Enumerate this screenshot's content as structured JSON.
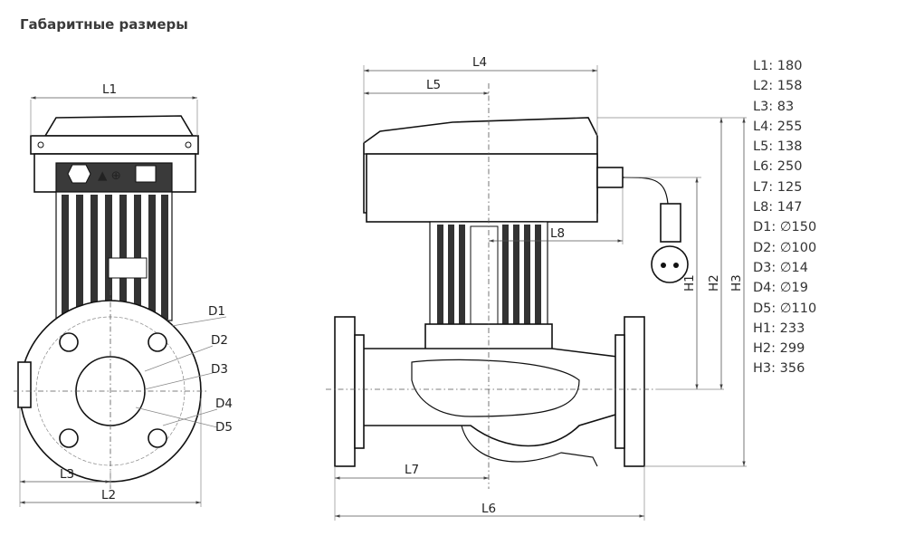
{
  "title": "Габаритные размеры",
  "labels": {
    "L1": "L1",
    "L2": "L2",
    "L3": "L3",
    "L4": "L4",
    "L5": "L5",
    "L6": "L6",
    "L7": "L7",
    "L8": "L8",
    "D1": "D1",
    "D2": "D2",
    "D3": "D3",
    "D4": "D4",
    "D5": "D5",
    "H1": "H1",
    "H2": "H2",
    "H3": "H3"
  },
  "dimensions": [
    "L1: 180",
    "L2: 158",
    "L3: 83",
    "L4: 255",
    "L5: 138",
    "L6: 250",
    "L7: 125",
    "L8: 147",
    "D1: ∅150",
    "D2: ∅100",
    "D3: ∅14",
    "D4: ∅19",
    "D5: ∅110",
    "H1: 233",
    "H2: 299",
    "H3: 356"
  ]
}
